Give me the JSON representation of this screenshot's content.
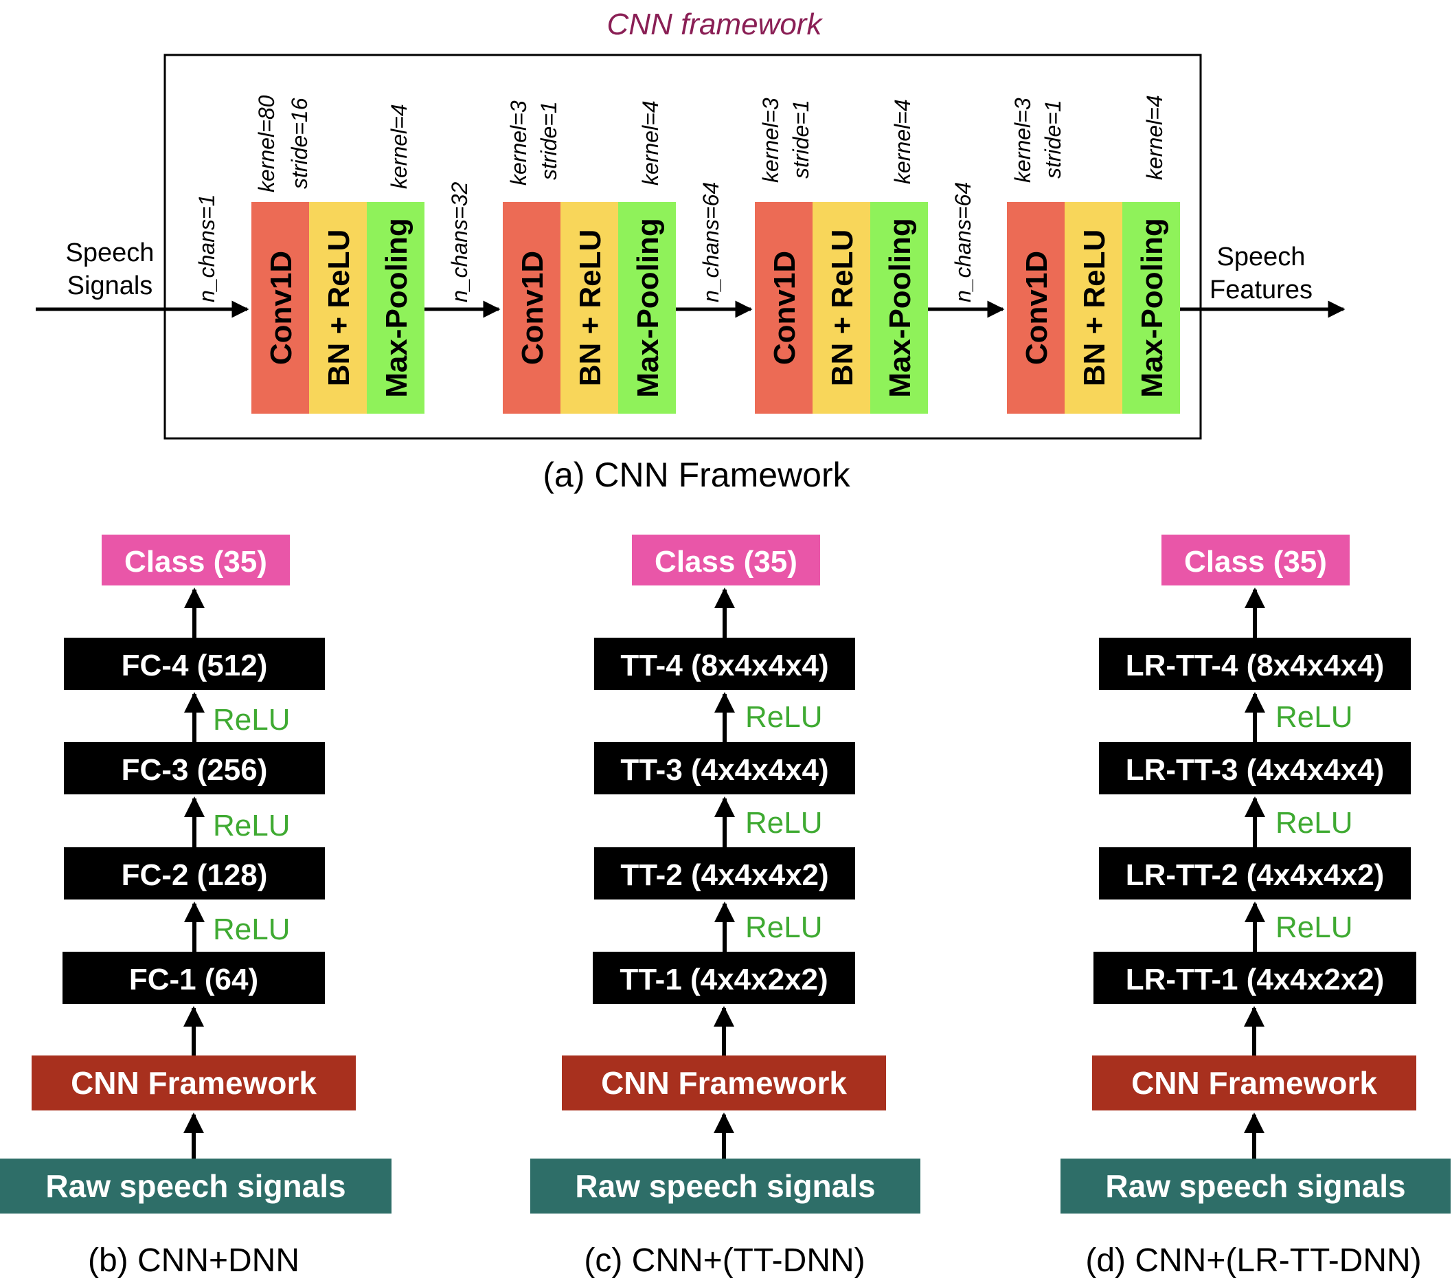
{
  "cnn": {
    "title": "CNN framework",
    "input_label": [
      "Speech",
      "Signals"
    ],
    "output_label": [
      "Speech",
      "Features"
    ],
    "stages": [
      {
        "chans": "n_chans=1",
        "conv_params": [
          "kernel=80",
          "stride=16"
        ],
        "pool_params": "kernel=4"
      },
      {
        "chans": "n_chans=32",
        "conv_params": [
          "kernel=3",
          "stride=1"
        ],
        "pool_params": "kernel=4"
      },
      {
        "chans": "n_chans=64",
        "conv_params": [
          "kernel=3",
          "stride=1"
        ],
        "pool_params": "kernel=4"
      },
      {
        "chans": "n_chans=64",
        "conv_params": [
          "kernel=3",
          "stride=1"
        ],
        "pool_params": "kernel=4"
      }
    ],
    "block_labels": [
      "Conv1D",
      "BN + ReLU",
      "Max-Pooling"
    ],
    "caption": "(a) CNN Framework"
  },
  "panels": [
    {
      "class_label": "Class (35)",
      "layers": [
        "FC-4 (512)",
        "FC-3 (256)",
        "FC-2 (128)",
        "FC-1 (64)"
      ],
      "activation": "ReLU",
      "framework": "CNN Framework",
      "input": "Raw speech signals",
      "caption": "(b) CNN+DNN"
    },
    {
      "class_label": "Class (35)",
      "layers": [
        "TT-4 (8x4x4x4)",
        "TT-3 (4x4x4x4)",
        "TT-2 (4x4x4x2)",
        "TT-1 (4x4x2x2)"
      ],
      "activation": "ReLU",
      "framework": "CNN Framework",
      "input": "Raw speech signals",
      "caption": "(c) CNN+(TT-DNN)"
    },
    {
      "class_label": "Class (35)",
      "layers": [
        "LR-TT-4 (8x4x4x4)",
        "LR-TT-3 (4x4x4x4)",
        "LR-TT-2 (4x4x4x2)",
        "LR-TT-1 (4x4x2x2)"
      ],
      "activation": "ReLU",
      "framework": "CNN Framework",
      "input": "Raw speech signals",
      "caption": "(d) CNN+(LR-TT-DNN)"
    }
  ],
  "colors": {
    "conv": "#ec6b55",
    "bn": "#f8d65a",
    "pool": "#8ff25a",
    "class": "#e956a8",
    "layer": "#000000",
    "framework": "#a8301e",
    "input": "#2e6e68",
    "relu": "#3faa32",
    "title": "#8a1f55"
  }
}
